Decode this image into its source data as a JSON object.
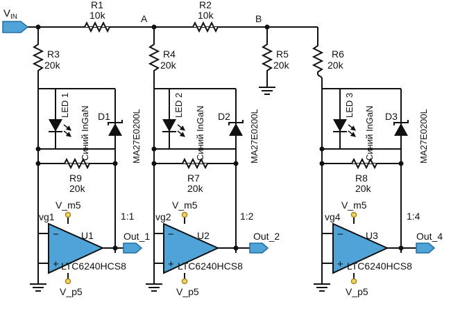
{
  "input": {
    "label_main": "V",
    "label_sub": "IN"
  },
  "nodes": {
    "a": "A",
    "b": "B"
  },
  "resistors": {
    "r1": {
      "name": "R1",
      "value": "10k"
    },
    "r2": {
      "name": "R2",
      "value": "10k"
    },
    "r3": {
      "name": "R3",
      "value": "20k"
    },
    "r4": {
      "name": "R4",
      "value": "20k"
    },
    "r5": {
      "name": "R5",
      "value": "20k"
    },
    "r6": {
      "name": "R6",
      "value": "20k"
    },
    "r7": {
      "name": "R7",
      "value": "20k"
    },
    "r8": {
      "name": "R8",
      "value": "20k"
    },
    "r9": {
      "name": "R9",
      "value": "20k"
    }
  },
  "leds": {
    "led1": {
      "name": "LED 1",
      "desc": "Синий InGaN"
    },
    "led2": {
      "name": "LED 2",
      "desc": "Синий InGaN"
    },
    "led3": {
      "name": "LED 3",
      "desc": "Синий InGaN"
    }
  },
  "diodes": {
    "d1": {
      "name": "D1",
      "part": "MA27E0200L"
    },
    "d2": {
      "name": "D2",
      "part": "MA27E0200L"
    },
    "d3": {
      "name": "D3",
      "part": "MA27E0200L"
    }
  },
  "opamps": {
    "u1": {
      "name": "U1",
      "part": "LTC6240HCS8",
      "vg": "vg1",
      "vneg": "V_m5",
      "vpos": "V_p5",
      "ratio": "1:1",
      "out": "Out_1"
    },
    "u2": {
      "name": "U2",
      "part": "LTC6240HCS8",
      "vg": "vg2",
      "vneg": "V_m5",
      "vpos": "V_p5",
      "ratio": "1:2",
      "out": "Out_2"
    },
    "u3": {
      "name": "U3",
      "part": "LTC6240HCS8",
      "vg": "vg4",
      "vneg": "V_m5",
      "vpos": "V_p5",
      "ratio": "1:4",
      "out": "Out_4"
    }
  },
  "opamp_signs": {
    "minus": "−",
    "plus": "+"
  },
  "colors": {
    "wire": "#111111",
    "port_fill": "#4fa3d6",
    "port_stroke": "#1f6fa0",
    "opamp_fill": "#4fa3d6",
    "pin_fill": "#f2d36b",
    "pin_stroke": "#a8841c"
  }
}
